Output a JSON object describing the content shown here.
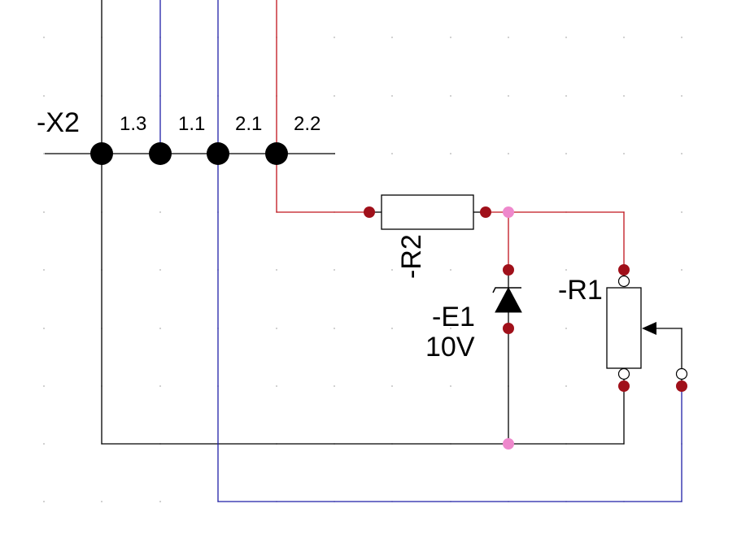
{
  "connector": {
    "label": "-X2",
    "pins": [
      "1.3",
      "1.1",
      "2.1",
      "2.2"
    ]
  },
  "components": {
    "resistor": {
      "label": "-R2"
    },
    "zener": {
      "label": "-E1",
      "value": "10V"
    },
    "potentiometer": {
      "label": "-R1"
    }
  },
  "colors": {
    "background": "#ffffff",
    "grid_dot": "#b0b0b0",
    "wire_black": "#000000",
    "wire_blue": "#1f1fa8",
    "wire_red": "#c0141c",
    "terminal_dot": "#a0101a",
    "junction_dot": "#ee88cc",
    "connector_dot": "#000000"
  }
}
